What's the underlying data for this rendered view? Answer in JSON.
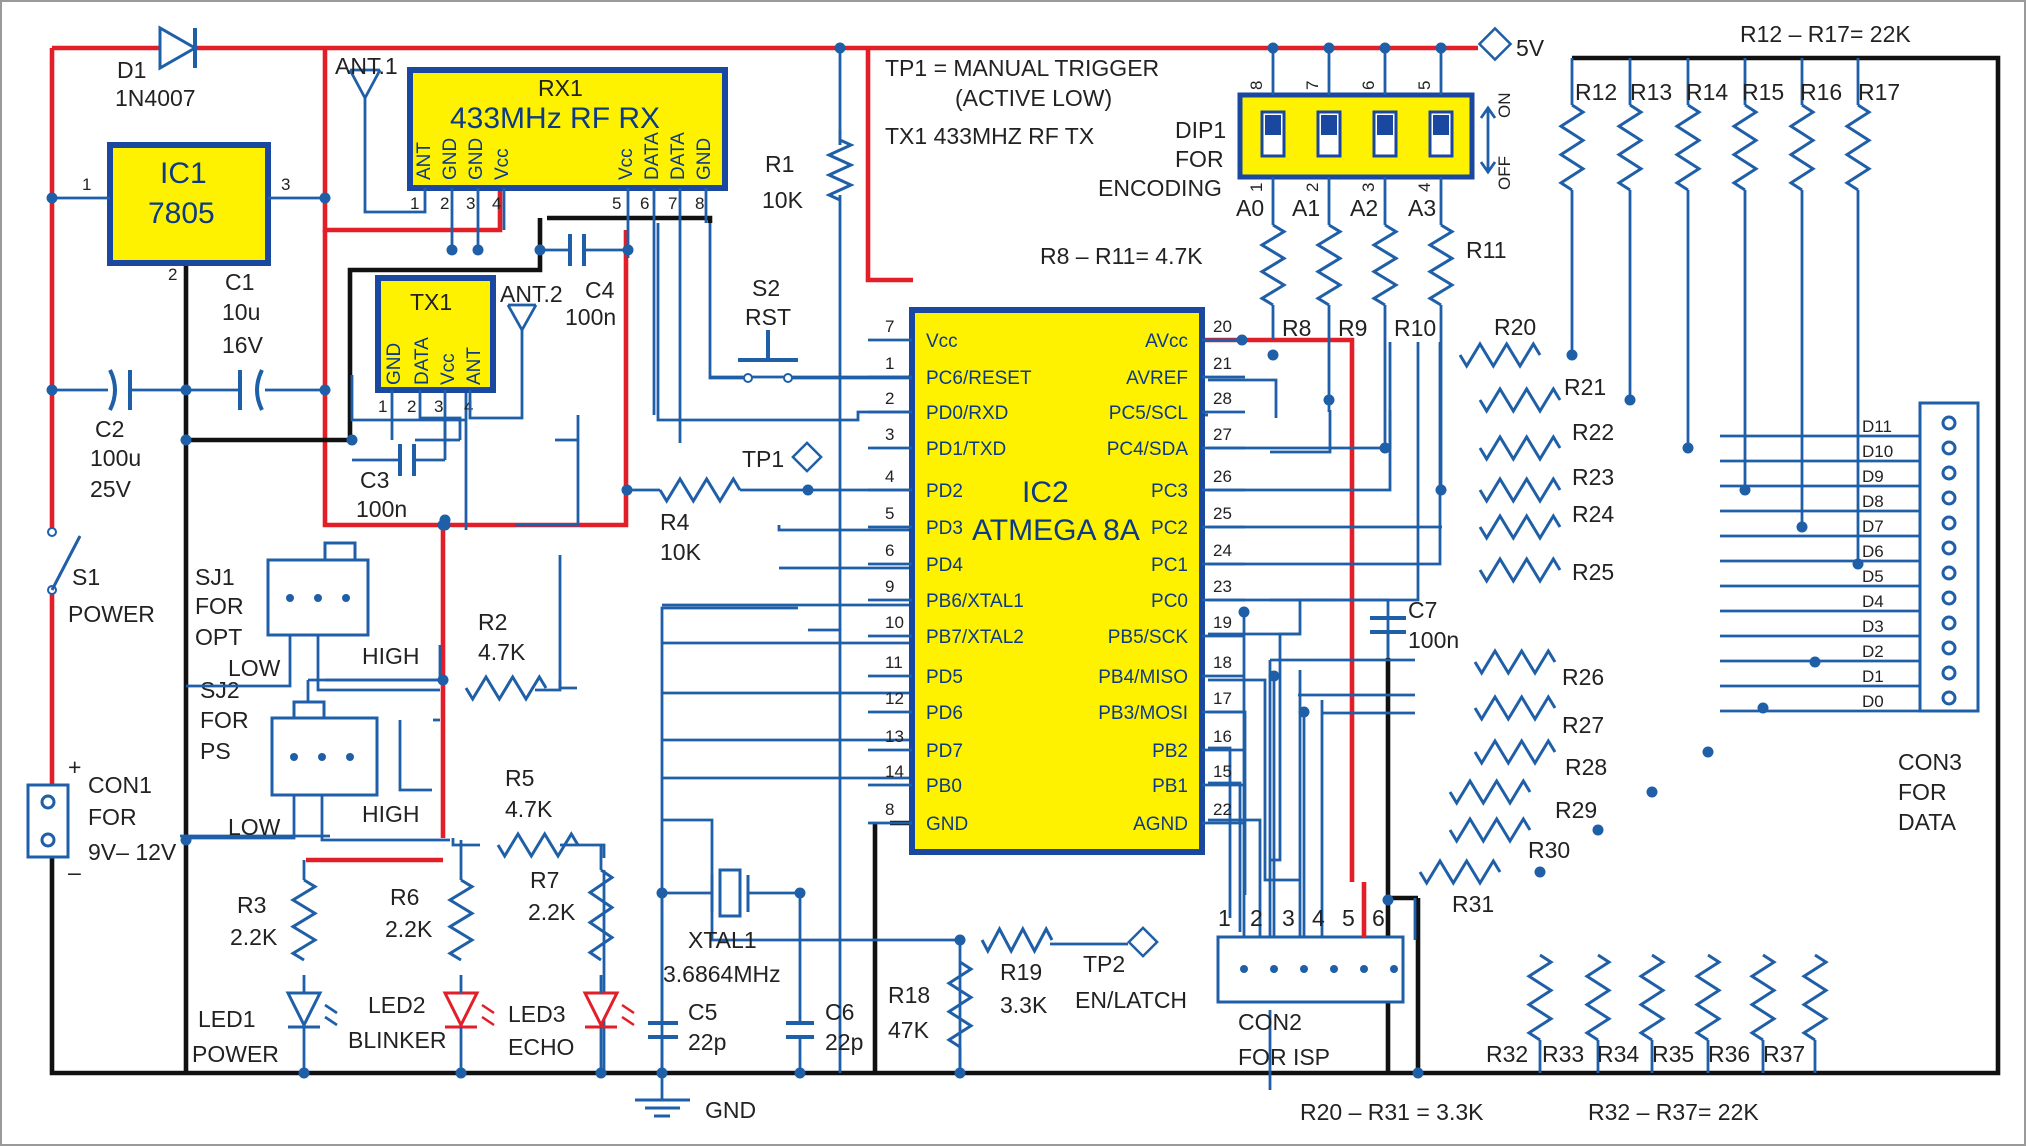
{
  "power": {
    "d1_ref": "D1",
    "d1_value": "1N4007",
    "vreg_ref": "IC1",
    "vreg_value": "7805",
    "vreg_pin_in": "1",
    "vreg_pin_out": "3",
    "vreg_pin_gnd": "2",
    "c1_ref": "C1",
    "c1_value": "10u",
    "c1_voltage": "16V",
    "c2_ref": "C2",
    "c2_value": "100u",
    "c2_voltage": "25V",
    "s1_ref": "S1",
    "s1_label": "POWER",
    "con1_ref": "CON1",
    "con1_label": "FOR",
    "con1_range": "9V– 12V",
    "plus": "+",
    "minus": "–",
    "vcc_label": "5V",
    "gnd_label": "GND"
  },
  "rx": {
    "ref": "RX1",
    "value": "433MHz RF RX",
    "antenna": "ANT.1",
    "pins": [
      {
        "num": "1",
        "name": "ANT"
      },
      {
        "num": "2",
        "name": "GND"
      },
      {
        "num": "3",
        "name": "GND"
      },
      {
        "num": "4",
        "name": "Vcc"
      },
      {
        "num": "5",
        "name": "Vcc"
      },
      {
        "num": "6",
        "name": "DATA"
      },
      {
        "num": "7",
        "name": "DATA"
      },
      {
        "num": "8",
        "name": "GND"
      }
    ]
  },
  "tx": {
    "ref": "TX1",
    "antenna": "ANT.2",
    "pins": [
      {
        "num": "1",
        "name": "GND"
      },
      {
        "num": "2",
        "name": "DATA"
      },
      {
        "num": "3",
        "name": "Vcc"
      },
      {
        "num": "4",
        "name": "ANT"
      }
    ],
    "c4_ref": "C4",
    "c4_value": "100n",
    "c3_ref": "C3",
    "c3_value": "100n"
  },
  "notes": {
    "tp1_line": "TP1 = MANUAL TRIGGER",
    "tp1_line2": "(ACTIVE LOW)",
    "tx_line": "TX1 433MHZ RF TX",
    "r8_r11": "R8 – R11= 4.7K",
    "r12_r17": "R12 – R17= 22K",
    "r20_r31": "R20 – R31 = 3.3K",
    "r32_r37": "R32 – R37= 22K"
  },
  "dip": {
    "ref": "DIP1",
    "line2": "FOR",
    "line3": "ENCODING",
    "on": "ON",
    "off": "OFF",
    "top_pins": [
      "8",
      "7",
      "6",
      "5"
    ],
    "bottom_pins": [
      "1",
      "2",
      "3",
      "4"
    ],
    "addr": [
      "A0",
      "A1",
      "A2",
      "A3"
    ]
  },
  "resistors_top": {
    "r8": "R8",
    "r9": "R9",
    "r10": "R10",
    "r11": "R11",
    "pullups": [
      "R12",
      "R13",
      "R14",
      "R15",
      "R16",
      "R17"
    ]
  },
  "mcu": {
    "ref": "IC2",
    "value": "ATMEGA 8A",
    "left_pins": [
      {
        "num": "7",
        "name": "Vcc"
      },
      {
        "num": "1",
        "name": "PC6/RESET"
      },
      {
        "num": "2",
        "name": "PD0/RXD"
      },
      {
        "num": "3",
        "name": "PD1/TXD"
      },
      {
        "num": "4",
        "name": "PD2"
      },
      {
        "num": "5",
        "name": "PD3"
      },
      {
        "num": "6",
        "name": "PD4"
      },
      {
        "num": "9",
        "name": "PB6/XTAL1"
      },
      {
        "num": "10",
        "name": "PB7/XTAL2"
      },
      {
        "num": "11",
        "name": "PD5"
      },
      {
        "num": "12",
        "name": "PD6"
      },
      {
        "num": "13",
        "name": "PD7"
      },
      {
        "num": "14",
        "name": "PB0"
      },
      {
        "num": "8",
        "name": "GND"
      }
    ],
    "right_pins": [
      {
        "num": "20",
        "name": "AVcc"
      },
      {
        "num": "21",
        "name": "AVREF"
      },
      {
        "num": "28",
        "name": "PC5/SCL"
      },
      {
        "num": "27",
        "name": "PC4/SDA"
      },
      {
        "num": "26",
        "name": "PC3"
      },
      {
        "num": "25",
        "name": "PC2"
      },
      {
        "num": "24",
        "name": "PC1"
      },
      {
        "num": "23",
        "name": "PC0"
      },
      {
        "num": "19",
        "name": "PB5/SCK"
      },
      {
        "num": "18",
        "name": "PB4/MISO"
      },
      {
        "num": "17",
        "name": "PB3/MOSI"
      },
      {
        "num": "16",
        "name": "PB2"
      },
      {
        "num": "15",
        "name": "PB1"
      },
      {
        "num": "22",
        "name": "AGND"
      }
    ]
  },
  "misc": {
    "r1_ref": "R1",
    "r1_value": "10K",
    "s2_ref": "S2",
    "s2_label": "RST",
    "tp1": "TP1",
    "r4_ref": "R4",
    "r4_value": "10K",
    "sj1_ref": "SJ1",
    "sj1_l2": "FOR",
    "sj1_l3": "OPT",
    "sj1_low": "LOW",
    "sj1_high": "HIGH",
    "sj2_ref": "SJ2",
    "sj2_l2": "FOR",
    "sj2_l3": "PS",
    "sj2_low": "LOW",
    "sj2_high": "HIGH",
    "r2_ref": "R2",
    "r2_value": "4.7K",
    "r5_ref": "R5",
    "r5_value": "4.7K",
    "r3_ref": "R3",
    "r3_value": "2.2K",
    "r6_ref": "R6",
    "r6_value": "2.2K",
    "r7_ref": "R7",
    "r7_value": "2.2K",
    "led1_ref": "LED1",
    "led1_label": "POWER",
    "led2_ref": "LED2",
    "led2_label": "BLINKER",
    "led3_ref": "LED3",
    "led3_label": "ECHO",
    "xtal_ref": "XTAL1",
    "xtal_value": "3.6864MHz",
    "c5_ref": "C5",
    "c5_value": "22p",
    "c6_ref": "C6",
    "c6_value": "22p",
    "r18_ref": "R18",
    "r18_value": "47K",
    "r19_ref": "R19",
    "r19_value": "3.3K",
    "tp2_ref": "TP2",
    "tp2_label": "EN/LATCH",
    "c7_ref": "C7",
    "c7_value": "100n"
  },
  "con2": {
    "ref": "CON2",
    "label": "FOR ISP",
    "pins": [
      "1",
      "2",
      "3",
      "4",
      "5",
      "6"
    ]
  },
  "con3": {
    "ref": "CON3",
    "line2": "FOR",
    "line3": "DATA",
    "lines": [
      "D11",
      "D10",
      "D9",
      "D8",
      "D7",
      "D6",
      "D5",
      "D4",
      "D3",
      "D2",
      "D1",
      "D0"
    ]
  },
  "right_resistors": {
    "series": [
      "R20",
      "R21",
      "R22",
      "R23",
      "R24",
      "R25",
      "R26",
      "R27",
      "R28",
      "R29",
      "R30",
      "R31"
    ],
    "pulldowns": [
      "R32",
      "R33",
      "R34",
      "R35",
      "R36",
      "R37"
    ]
  }
}
